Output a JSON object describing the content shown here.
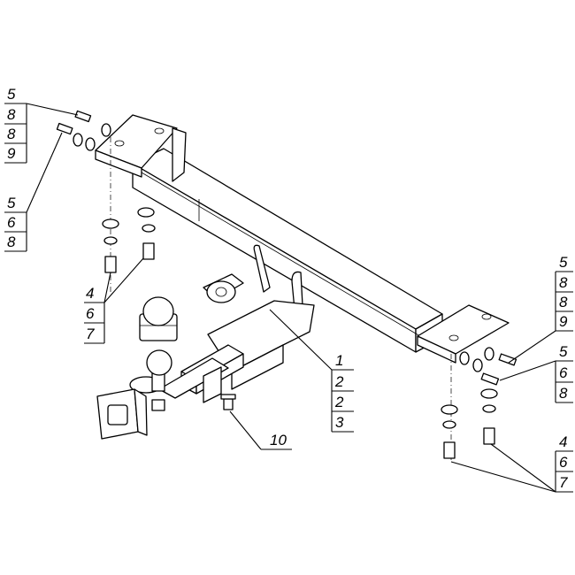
{
  "callouts": {
    "top_left_a": [
      "5",
      "8",
      "8",
      "9"
    ],
    "left_b": [
      "5",
      "6",
      "8"
    ],
    "left_c": [
      "4",
      "6",
      "7"
    ],
    "center": [
      "1",
      "2",
      "2",
      "3"
    ],
    "bottom_center": [
      "10"
    ],
    "right_a": [
      "5",
      "8",
      "8",
      "9"
    ],
    "right_b": [
      "5",
      "6",
      "8"
    ],
    "right_c": [
      "4",
      "6",
      "7"
    ]
  }
}
